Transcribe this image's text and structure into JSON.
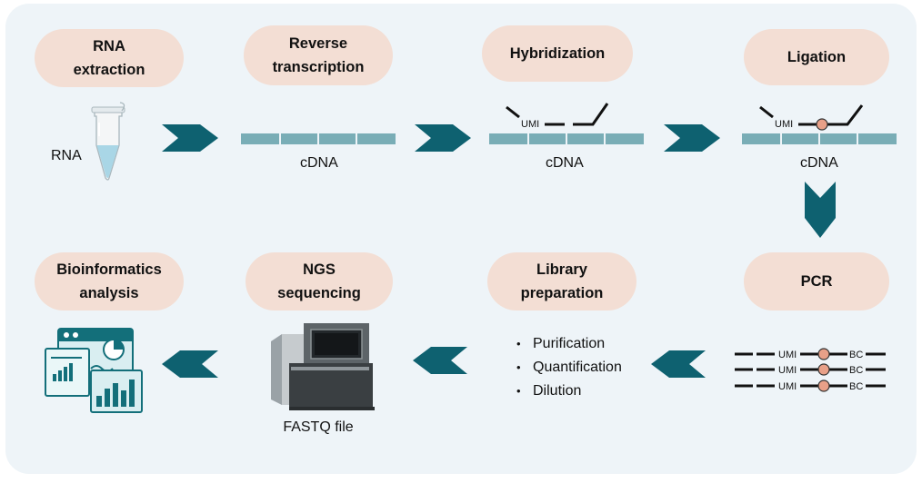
{
  "steps": {
    "rna_extraction": "RNA\nextraction",
    "reverse_transcription": "Reverse\ntranscription",
    "hybridization": "Hybridization",
    "ligation": "Ligation",
    "pcr": "PCR",
    "library_preparation": "Library\npreparation",
    "ngs_sequencing": "NGS\nsequencing",
    "bioinformatics_analysis": "Bioinformatics\nanalysis"
  },
  "labels": {
    "rna": "RNA",
    "cdna_rt": "cDNA",
    "cdna_hyb": "cDNA",
    "cdna_lig": "cDNA",
    "umi_hyb": "UMI",
    "umi_lig": "UMI",
    "umi_pcr": [
      "UMI",
      "UMI",
      "UMI"
    ],
    "bc_pcr": [
      "BC",
      "BC",
      "BC"
    ],
    "fastq": "FASTQ file"
  },
  "library_steps": [
    "Purification",
    "Quantification",
    "Dilution"
  ],
  "colors": {
    "panel_bg": "#eef4f8",
    "pill_bg": "#f3ded4",
    "arrow": "#0e6170",
    "strand": "#79adb6",
    "bead": "#e8a088",
    "icon_teal": "#136f7a"
  },
  "icons": [
    "tube-icon",
    "sequencer-icon",
    "analytics-dashboard-icon"
  ]
}
